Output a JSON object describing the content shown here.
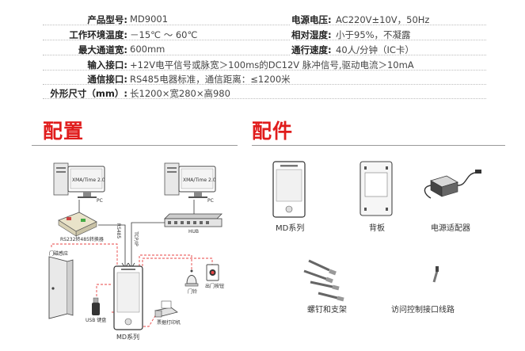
{
  "specs": {
    "model_label": "产品型号:",
    "model_value": "MD9001",
    "voltage_label": "电源电压:",
    "voltage_value": "AC220V±10V，50Hz",
    "env_temp_label": "工作环境温度:",
    "env_temp_value": "－15℃ ～ 60℃",
    "humidity_label": "相对湿度:",
    "humidity_value": "小于95%，不凝露",
    "max_width_label": "最大通道宽:",
    "max_width_value": "600mm",
    "speed_label": "通行速度:",
    "speed_value": "40人/分钟（IC卡）",
    "input_label": "输入接口:",
    "input_value": "+12V电平信号或脉宽＞100ms的DC12V 脉冲信号,驱动电流＞10mA",
    "comm_label": "通信接口:",
    "comm_value": "RS485电器标准，通信距离：≤1200米",
    "size_label": "外形尺寸（mm）:",
    "size_value": "长1200×宽280×高980"
  },
  "sections": {
    "config_title": "配置",
    "accessories_title": "配件"
  },
  "diagram": {
    "software_label": "XMA/Time 2.0",
    "pc_label": "PC",
    "converter_label": "RS232转485转换器",
    "hub_label": "HUB",
    "tcpip_label": "TCP/IP",
    "rs485_label": "RS485",
    "door_sensor_label": "门磁感应",
    "usb_label": "USB 键盘",
    "bell_label": "门铃",
    "exit_button_label": "出门按钮",
    "printer_label": "票据打印机",
    "device_label": "MD系列"
  },
  "accessories": {
    "md_label": "MD系列",
    "backplate_label": "背板",
    "adapter_label": "电源适配器",
    "screws_label": "螺钉和支架",
    "cable_label": "访问控制接口线路"
  },
  "colors": {
    "accent": "#e01c1c",
    "wire": "#e84545"
  }
}
